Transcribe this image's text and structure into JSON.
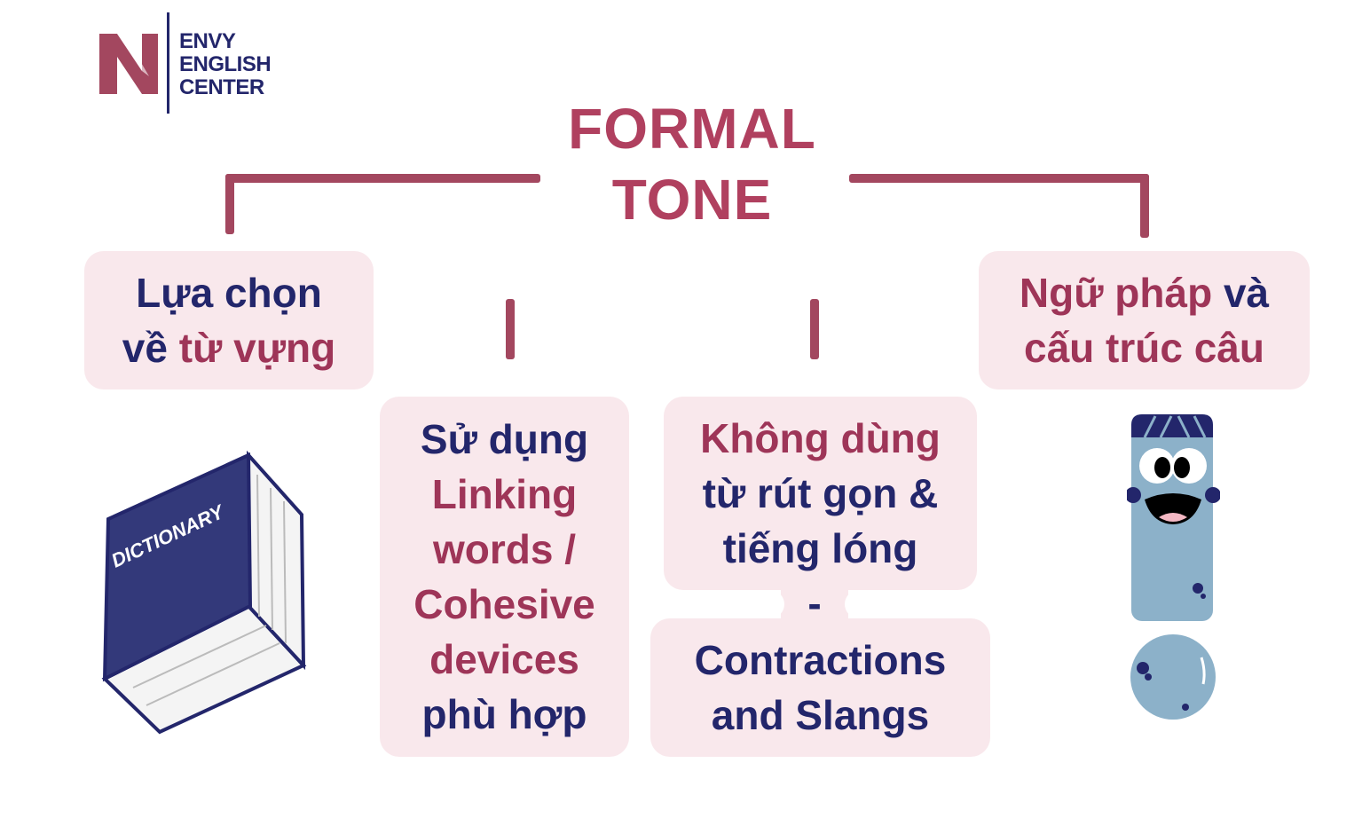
{
  "logo": {
    "letter": "N",
    "lines": [
      "ENVY",
      "ENGLISH",
      "CENTER"
    ]
  },
  "title": {
    "line1": "FORMAL",
    "line2": "TONE"
  },
  "boxes": {
    "vocab": {
      "l1": "Lựa chọn",
      "l2a": "về ",
      "l2b": "từ vựng"
    },
    "linking": {
      "l1": "Sử dụng",
      "l2": "Linking",
      "l3": "words /",
      "l4": "Cohesive",
      "l5": "devices",
      "l6": "phù hợp"
    },
    "contractions_vi": {
      "l1": "Không dùng",
      "l2": "từ rút gọn &",
      "l3": "tiếng lóng"
    },
    "separator": "-",
    "contractions_en": {
      "l1": "Contractions",
      "l2": "and Slangs"
    },
    "grammar": {
      "l1a": "Ngữ pháp ",
      "l1b": "và",
      "l2": "cấu trúc câu"
    }
  },
  "illustrations": {
    "dictionary_label": "DICTIONARY"
  },
  "colors": {
    "maroon": "#9e3558",
    "navy": "#23266b",
    "box_bg": "#f9e8ec",
    "monster": "#8cb1c9"
  }
}
